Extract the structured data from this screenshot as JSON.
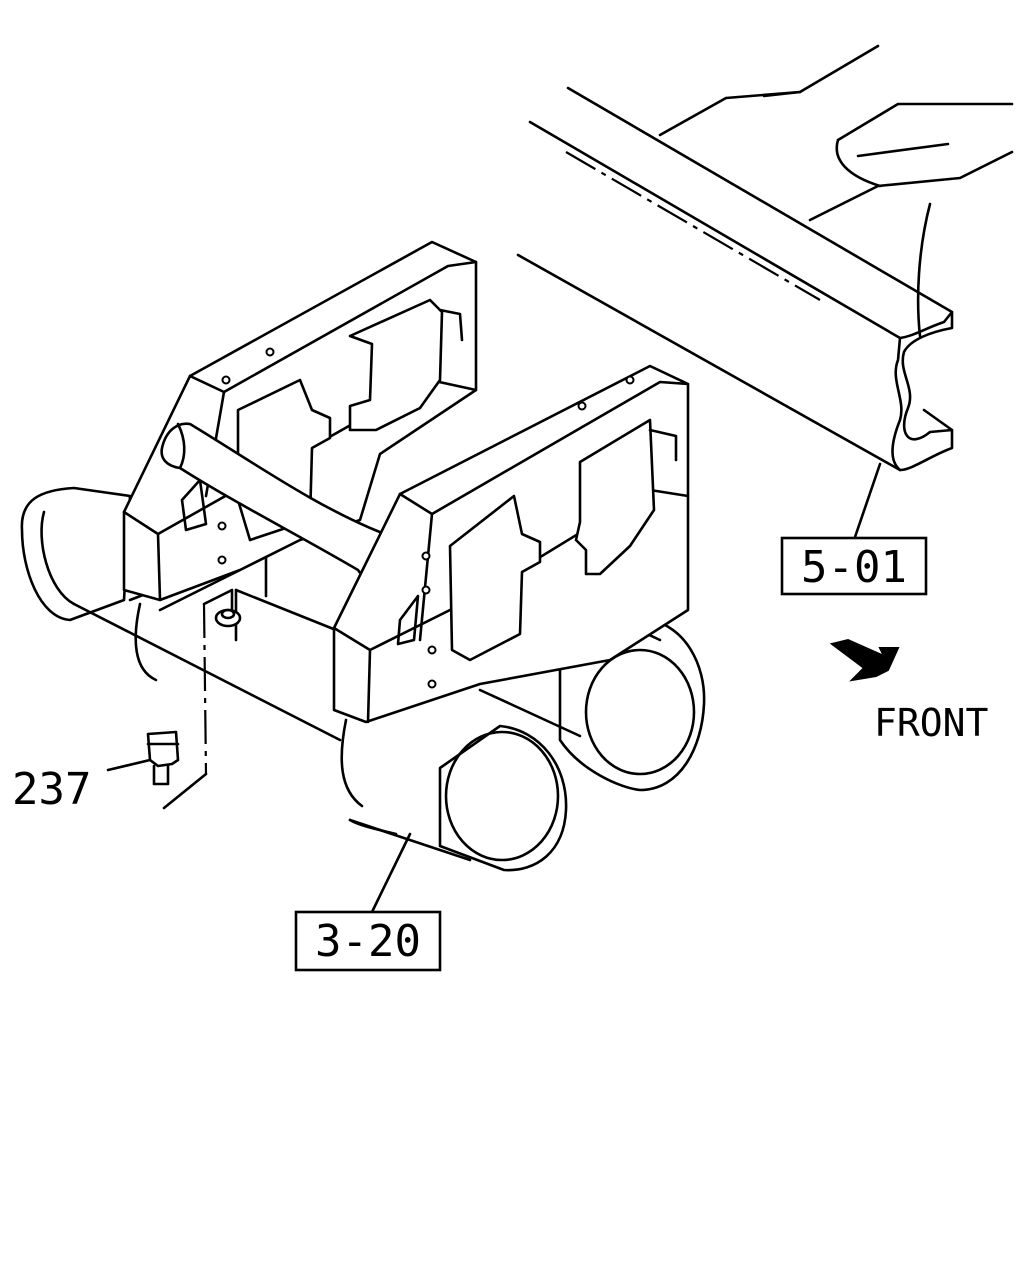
{
  "callouts": {
    "ref_5_01": "5-01",
    "ref_3_20": "3-20",
    "part_237": "237"
  },
  "direction": {
    "label": "FRONT"
  }
}
